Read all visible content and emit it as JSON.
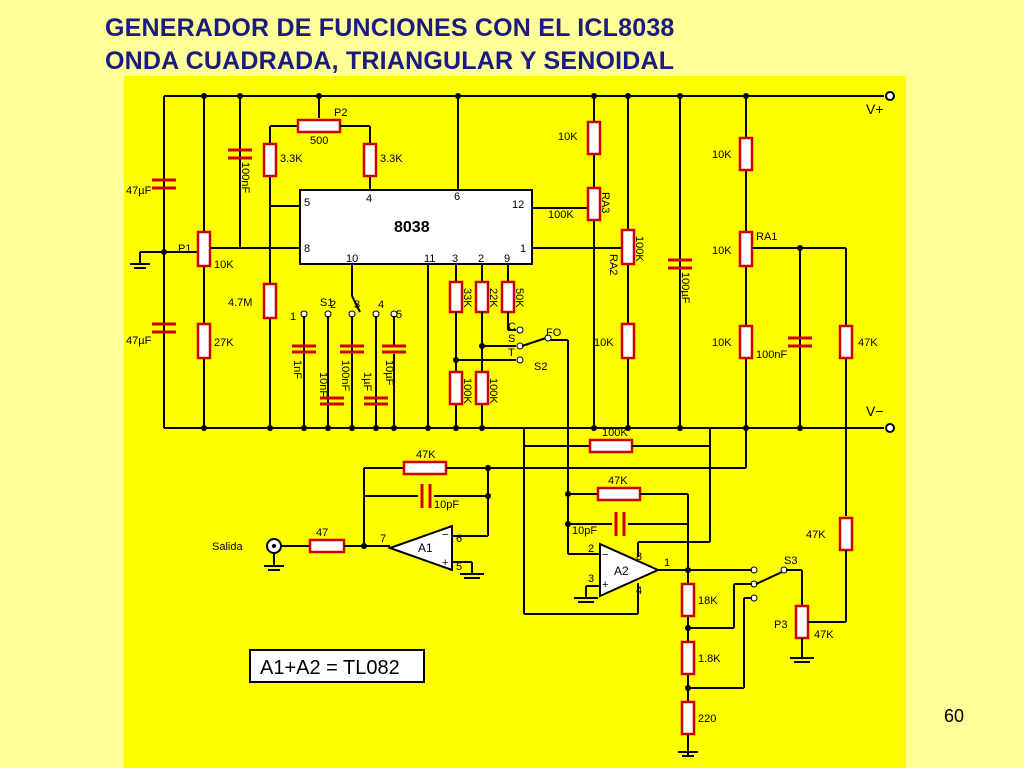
{
  "title": {
    "line1": "GENERADOR DE FUNCIONES CON EL  ICL8038",
    "line2": "ONDA CUADRADA, TRIANGULAR Y SENOIDAL"
  },
  "page_number": "60",
  "schematic": {
    "ic_main": "8038",
    "ic_pins": {
      "p5": "5",
      "p4": "4",
      "p6": "6",
      "p12": "12",
      "p8": "8",
      "p10": "10",
      "p11": "11",
      "p3": "3",
      "p2": "2",
      "p9": "9",
      "p1": "1"
    },
    "rails": {
      "vpos": "V+",
      "vneg": "V−"
    },
    "components": {
      "p2": "P2",
      "p2_val": "500",
      "r_33k_a": "3.3K",
      "r_33k_b": "3.3K",
      "c_100nf_top": "100nF",
      "c_47uf_top": "47µF",
      "c_47uf_bot": "47µF",
      "p1": "P1",
      "p1_val": "10K",
      "r_47m": "4.7M",
      "r_27k": "27K",
      "s1": "S1",
      "s1_pos": [
        "1",
        "2",
        "3",
        "4",
        "5"
      ],
      "c_s1": [
        "1nF",
        "10nF",
        "100nF",
        "1µF",
        "10µF"
      ],
      "r_33k": "33K",
      "r_22k": "22K",
      "p_50k": "50K",
      "r_100k_l": "100K",
      "r_100k_r": "100K",
      "s2": "S2",
      "s2_c": "C",
      "s2_s": "S",
      "s2_t": "T",
      "fo": "FO",
      "r_10k_top": "10K",
      "ra3": "RA3",
      "ra3_val": "100K",
      "ra2": "RA2",
      "ra2_val": "100K",
      "r_10k_mid": "10K",
      "c_100uf": "100µF",
      "r_10k_ra1top": "10K",
      "ra1": "RA1",
      "ra1_val": "10K",
      "r_10k_ra1bot": "10K",
      "c_100nf_right": "100nF",
      "r_47k_right": "47K",
      "r_100k_fb": "100K",
      "r_47k_a2": "47K",
      "c_10pf_a2": "10pF",
      "r_47k_a1": "47K",
      "c_10pf_a1": "10pF",
      "r_47_out": "47",
      "salida": "Salida",
      "a1": "A1",
      "a2": "A2",
      "a1_pins": {
        "p7": "7",
        "p6": "6",
        "p5": "5"
      },
      "a2_pins": {
        "p2": "2",
        "p3": "3",
        "p8": "8",
        "p1": "1",
        "p4": "4"
      },
      "r_47k_p3": "47K",
      "s3": "S3",
      "p3": "P3",
      "p3_val": "47K",
      "r_18k": "18K",
      "r_1_8k": "1.8K",
      "r_220": "220"
    },
    "note": "A1+A2 = TL082"
  }
}
